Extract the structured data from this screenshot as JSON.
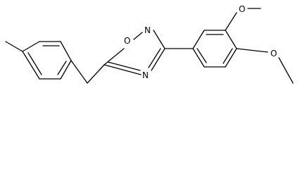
{
  "structure": {
    "ring_atoms": {
      "oxygen": "O",
      "nitrogen_top": "N",
      "nitrogen_bottom": "N"
    },
    "methoxy_top": {
      "oxygen": "O"
    },
    "methoxy_bottom": {
      "oxygen": "O"
    }
  },
  "colors": {
    "bond": "#000000",
    "background": "#ffffff"
  }
}
